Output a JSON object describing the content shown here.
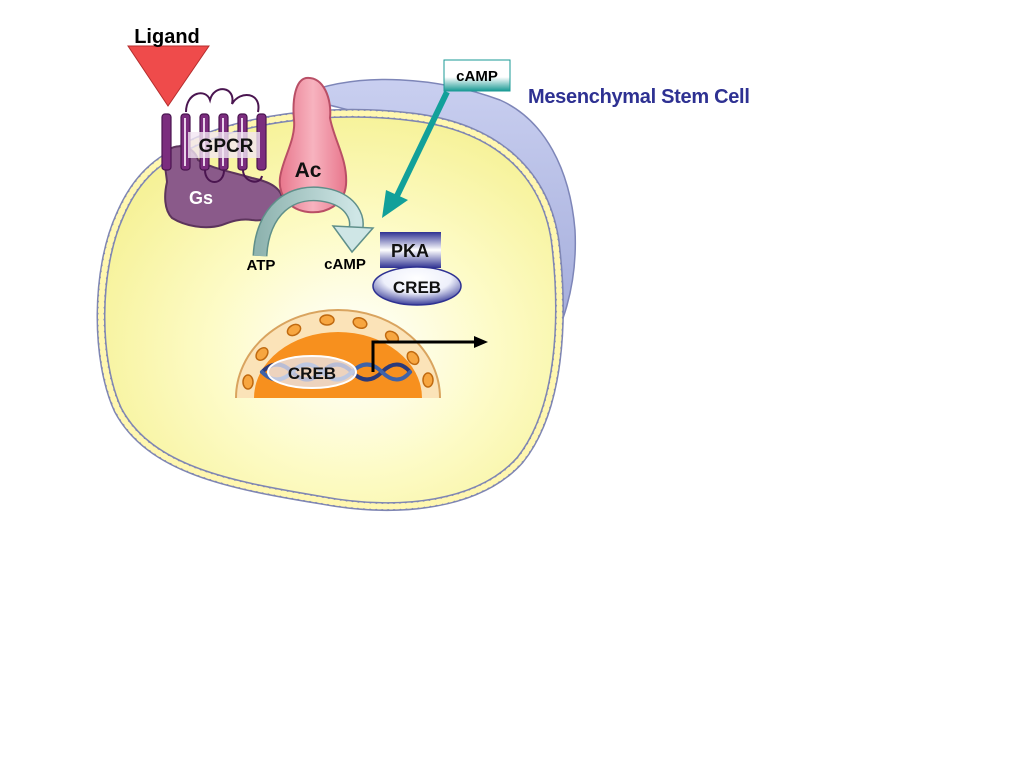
{
  "diagram": {
    "title": "Mesenchymal Stem Cell",
    "labels": {
      "ligand": "Ligand",
      "receptor": "GPCR",
      "g_protein": "Gs",
      "adenylyl_cyclase": "Ac",
      "substrate": "ATP",
      "product": "cAMP",
      "extracellular_camp": "cAMP",
      "kinase": "PKA",
      "transcription_factor": "CREB",
      "nuclear_factor": "CREB"
    },
    "colors": {
      "title": "#2e3192",
      "ligand": "#ef4b4b",
      "gpcr": "#7b2d7e",
      "gs": "#8c5a8c",
      "ac": "#f08a9c",
      "camp_arrow": "#12a09a",
      "cytoplasm": "#fdfbb0",
      "membrane": "#9aa3cc",
      "extracellular": "#b6bde2",
      "nucleus": "#f7901e",
      "pka": "#3a3d8c",
      "creb": "#2e3192"
    }
  }
}
